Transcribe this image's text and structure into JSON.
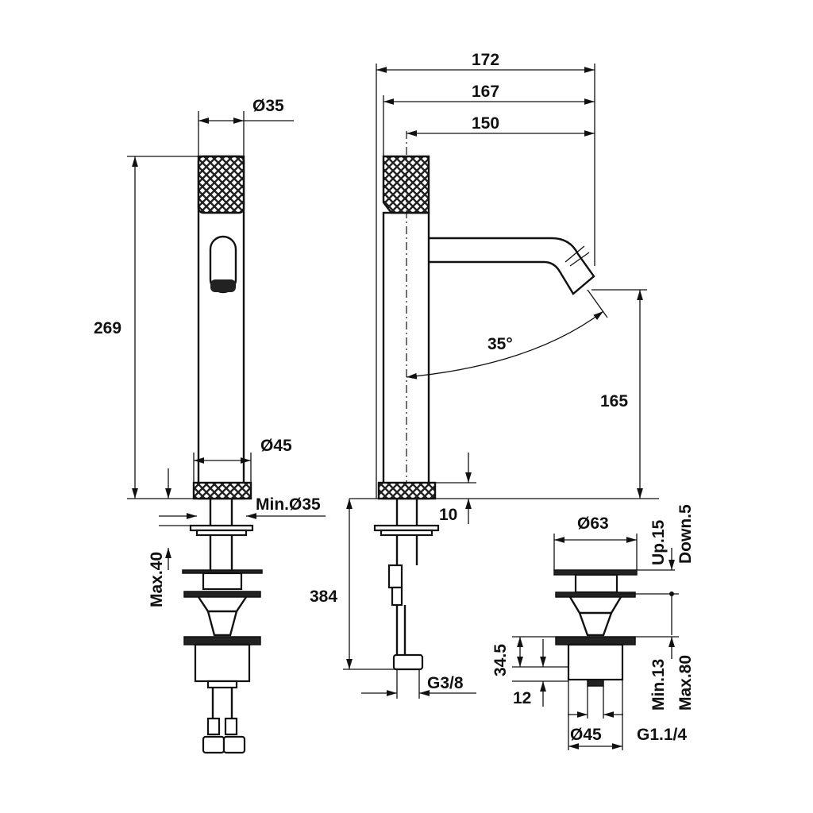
{
  "title": "Basin mixer technical drawing",
  "dimensions": {
    "left_top_diameter": "Ø35",
    "left_height": "269",
    "left_base_diameter": "Ø45",
    "left_min_hole": "Min.Ø35",
    "left_max_thickness": "Max.40",
    "width_total": "172",
    "width_167": "167",
    "reach": "150",
    "angle": "35°",
    "spout_height": "165",
    "base_height": "10",
    "hose_length": "384",
    "hose_thread": "G3/8",
    "waste_diameter": "Ø63",
    "waste_up": "Up.15",
    "waste_down": "Down.5",
    "waste_34_5": "34.5",
    "waste_12": "12",
    "waste_min": "Min.13",
    "waste_max": "Max.80",
    "waste_body_diameter": "Ø45",
    "waste_thread": "G1.1/4"
  }
}
